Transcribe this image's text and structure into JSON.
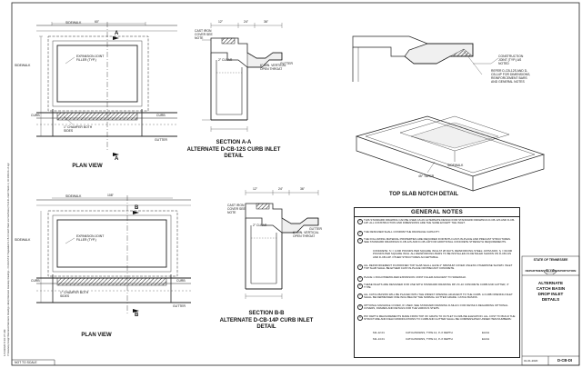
{
  "plan_view_top": {
    "title": "PLAN VIEW",
    "sidewalk": "SIDEWALK",
    "sidewalk_left": "SIDEWALK",
    "curb": "CURB",
    "curb_right": "CURB",
    "gutter": "GUTTER",
    "joint": "EXPANSION JOINT FILLER (TYP.)",
    "chamfer": "1\" CHAMFER BOTH SIDES",
    "dim_top": "60\"",
    "section_marker": "A",
    "section_marker_bottom": "A"
  },
  "plan_view_bottom": {
    "title": "PLAN VIEW",
    "sidewalk": "SIDEWALK",
    "sidewalk_left": "SIDEWALK",
    "curb": "CURB",
    "curb_right": "CURB",
    "gutter": "GUTTER",
    "joint": "EXPANSION JOINT FILLER (TYP.)",
    "chamfer": "1\" CHAMFER BOTH SIDES",
    "dim_top": "108\"",
    "section_marker": "B",
    "section_marker_bottom": "B"
  },
  "section_a": {
    "title": "SECTION A-A",
    "subtitle_1": "ALTERNATE D-CB-12S CURB INLET",
    "subtitle_2": "DETAIL",
    "cover": "CAST IRON COVER SEE NOTE",
    "clear": "2\" CLEAR",
    "throat": "6\" MIN. VERTICAL OPEN THROAT",
    "gutter": "GUTTER",
    "dim_12": "12\"",
    "dim_24": "24\"",
    "dim_36": "36\""
  },
  "section_b": {
    "title": "SECTION B-B",
    "subtitle_1": "ALTERNATE D-CB-14P CURB INLET",
    "subtitle_2": "DETAIL",
    "cover": "CAST IRON COVER SEE NOTE",
    "clear": "2\" CLEAR",
    "throat": "6\" MIN. VERTICAL OPEN THROAT",
    "gutter": "GUTTER",
    "dim_12": "12\"",
    "dim_24": "24\"",
    "dim_36": "36\""
  },
  "notch_detail": {
    "title": "TOP SLAB NOTCH DETAIL",
    "construction_joint": "CONSTRUCTION JOINT (TYP.) AS NOTED",
    "reinforcing": "REFER D-CB-12S AND D-CB-14P FOR DIMENSIONS, REINFORCEMENT BARS AND GENERAL NOTES",
    "taper": "45° TAPER",
    "sidewalk": "SIDEWALK"
  },
  "general_notes": {
    "title": "GENERAL NOTES",
    "items": [
      {
        "num": "1",
        "text": "THIS STANDARD DRAWING CAN BE USED AS AN ALTERNATE DESIGN FOR STANDARD DRAWINGS D-CB-12S AND D-CB-14P. ALL CONSTRUCTION AND DIMENSIONS ARE THE SAME EXCEPT THE INLET."
      },
      {
        "num": "2",
        "text": "THE DESIGNER SHALL CONFIRM THE DRAINAGE CAPACITY."
      },
      {
        "num": "3",
        "text": "THE FOLLOWING MATERIAL PROPERTIES ARE REQUIRED FOR BOTH CAST-IN-PLACE AND PRECAST STRUCTURES. SEE STANDARD DRAWINGS D-CB-12S AND D-CB-14P FOR ADDITIONAL CONCRETE STRENGTH REQUIREMENTS."
      },
      {
        "num": "",
        "text": "CONCRETE: f'c = 4,000 POUNDS PER SQUARE INCH AT 28 DAYS. REINFORCING STEEL: ASTM A615, fy = 60,000 POUNDS PER SQUARE INCH. ALL REINFORCING BARS TO BE INSTALLED AS DETAILED SHOWN ON D-CB-12S AND D-CB-14P. OTHER STRUCTURES ACCEPTABLE."
      },
      {
        "num": "4",
        "text": "ALL REINFORCEMENT IN MODIFIED TOP SLAB SHALL HAVE 2\" MINIMUM COVER UNLESS OTHERWISE SHOWN. INLET TOP SLAB SHALL BE EITHER CAST-IN-PLACE OR PRECAST CONCRETE."
      },
      {
        "num": "5",
        "text": "PLACE 1 INCH PREMOLDED EXPANSION JOINT FILLER ADJACENT TO SIDEWALK."
      },
      {
        "num": "6",
        "text": "THESE INLETS ARE DESIGNED FOR USE WITH STANDARD DRAWING RP-VC-10 CONCRETE CURB AND GUTTER, 4\" TYPE."
      },
      {
        "num": "7",
        "text": "ALL CATCH BASINS WILL BE PLACED WITH THE WIDEST OPENING ADJACENT TO THE CURB. A CURB OPENING INLET SHALL BE DEPRESSED ONE INCH BELOW THE NORMAL GUTTER GRADE. CATCH BASINS."
      },
      {
        "num": "8",
        "text": "OPTIONAL MANHOLE COVER, IF USED, SEE STANDARD DRAWING D-MH-FC FOR DETAILS REGARDING OPTIONAL COVERS, FRAMES AND DETAILS FOR THE VARIOUS STEPS."
      },
      {
        "num": "9",
        "text": "PAY DEPTH MEASUREMENTS MADE FROM TOP OF GRATE TO OUTLET FLOWLINE ELEVATION. ALL COST TO BUILD THE STRUCTURE AND FIELD MODIFICATIONS TO CURB AND GUTTER SHALL BE COMPENSATED UNDER ITEM NUMBERS:"
      }
    ],
    "pay_items": [
      {
        "item": "611-12.01",
        "desc": "CATCH BASINS, TYPE 12, 0'-4' DEPTH",
        "unit": "EACH"
      },
      {
        "item": "611-14.01",
        "desc": "CATCH BASINS, TYPE 14, 0'-4' DEPTH",
        "unit": "EACH"
      }
    ]
  },
  "title_block": {
    "state": "STATE OF TENNESSEE",
    "department": "DEPARTMENT OF TRANSPORTATION",
    "drawing_title_1": "ALTERNATE",
    "drawing_title_2": "CATCH BASIN",
    "drawing_title_3": "DROP INLET",
    "drawing_title_4": "DETAILS",
    "date": "01-01-2020",
    "drawing_no": "D-CB-DI"
  },
  "footer": {
    "scale": "NOT TO SCALE"
  },
  "side_strip": {
    "date_stamp": "1/14/2020 8:10:37 AM",
    "path": "P:\\Roadway Design\\Standards\\Standards Drawings Library\\Standard Roadway Drawings - CURRENT\\In Preparation\\D-CB-DI Catch Basin and Manholes (P-9-8-01-Catch Basins 1) RD 2020-01-14.dgn"
  },
  "colors": {
    "ink": "#111111",
    "hatch": "#333333"
  }
}
